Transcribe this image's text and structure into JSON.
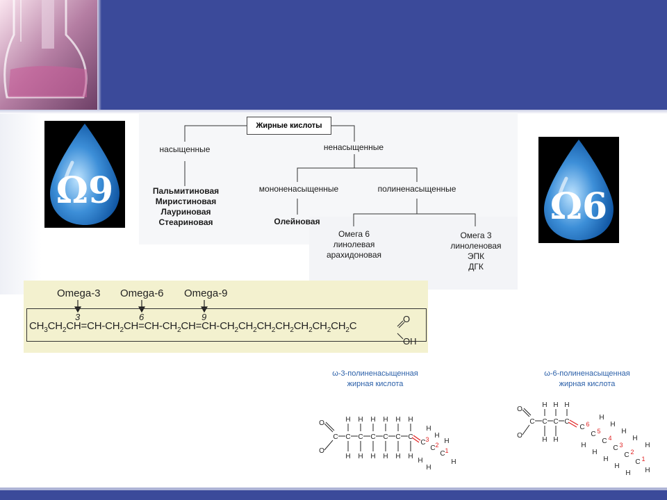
{
  "slide": {
    "header_color": "#3b4a9a",
    "footer_color": "#3b4a9a"
  },
  "drops": {
    "left": {
      "label": "Ω9",
      "icon": "water-drop-icon"
    },
    "right": {
      "label": "Ω6",
      "icon": "water-drop-icon"
    }
  },
  "tree": {
    "root": "Жирные кислоты",
    "saturated": {
      "label": "насыщенные",
      "items": [
        "Пальмитиновая",
        "Миристиновая",
        "Лауриновая",
        "Стеариновая"
      ]
    },
    "unsaturated": {
      "label": "ненасыщенные",
      "mono": {
        "label": "мононенасыщенные",
        "items": [
          "Олейновая"
        ]
      },
      "poly": {
        "label": "полиненасыщенные",
        "omega6": {
          "title": "Омега 6",
          "items": [
            "линолевая",
            "арахидоновая"
          ]
        },
        "omega3": {
          "title": "Омега 3",
          "items": [
            "линоленовая",
            "ЭПК",
            "ДГК"
          ]
        }
      }
    }
  },
  "chain": {
    "markers": [
      "Omega-3",
      "Omega-6",
      "Omega-9"
    ],
    "positions": [
      "3",
      "6",
      "9"
    ],
    "formula_parts": {
      "p1": "CH",
      "s1": "3",
      "p2": "CH",
      "s2": "2",
      "p3": "CH=CH-CH",
      "s3": "2",
      "p4": "CH=CH-CH",
      "s4": "2",
      "p5": "CH=CH-CH",
      "s5": "2",
      "p6": "CH",
      "s6": "2",
      "p7": "CH",
      "s7": "2",
      "p8": "CH",
      "s8": "2",
      "p9": "CH",
      "s9": "2",
      "p10": "CH",
      "s10": "2",
      "p11": "CH",
      "s11": "2",
      "p12": "C"
    },
    "carbonyl_o": "O",
    "hydroxyl": "OH"
  },
  "molecules": {
    "omega3": {
      "title_line1": "ω-3-полиненасыщенная",
      "title_line2": "жирная кислота"
    },
    "omega6": {
      "title_line1": "ω-6-полиненасыщенная",
      "title_line2": "жирная кислота"
    },
    "atoms": {
      "H": "H",
      "C": "C",
      "O": "O"
    },
    "omega3_numbers": [
      "3",
      "2",
      "1"
    ],
    "omega6_numbers": [
      "6",
      "5",
      "4",
      "3",
      "2",
      "1"
    ],
    "accent_color": "#e02020"
  }
}
